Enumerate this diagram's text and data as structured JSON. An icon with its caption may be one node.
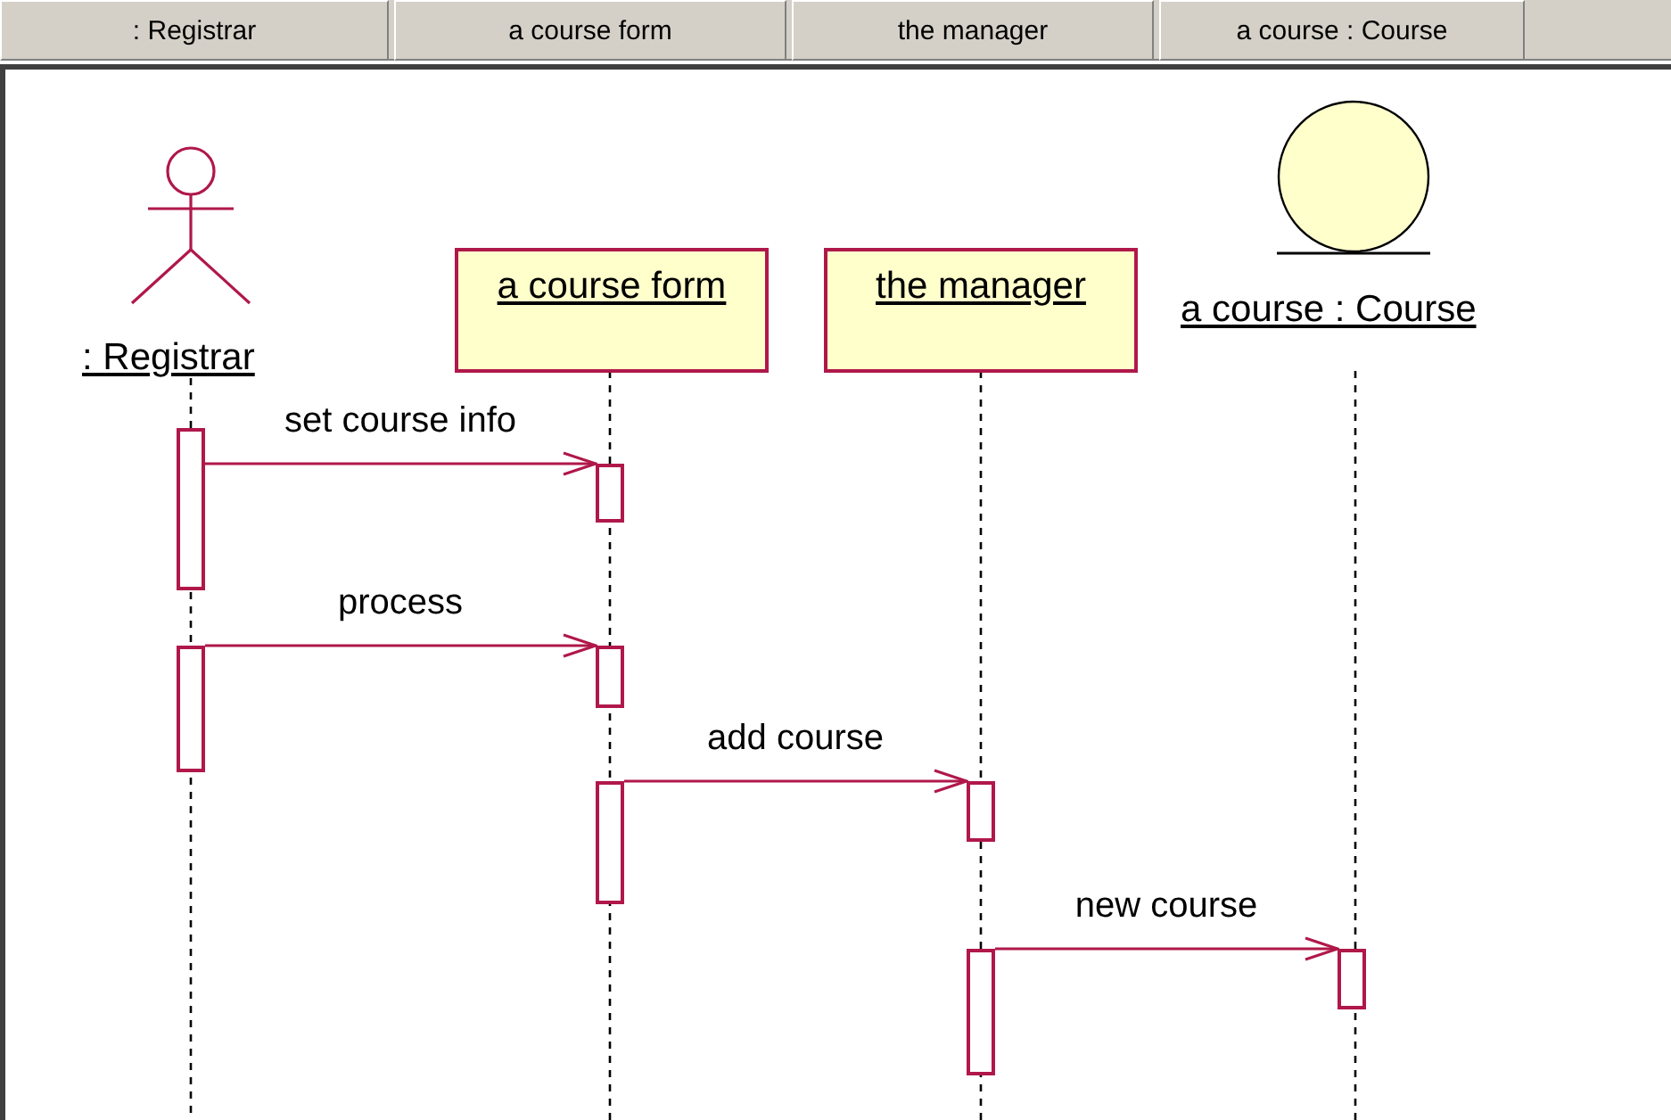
{
  "diagram": {
    "nodes": [
      {
        "text": [
          ": Registrar"
        ]
      },
      {
        "text": [
          "a course form"
        ]
      },
      {
        "text": [
          "the manager"
        ]
      },
      {
        "text": [
          "a course : Course"
        ]
      },
      {
        "text": [],
        "shape": "bar"
      },
      {
        "text": [],
        "shape": "bar"
      },
      {
        "text": [],
        "shape": "bar"
      },
      {
        "text": [],
        "shape": "bar"
      },
      {
        "text": [],
        "shape": "bar"
      },
      {
        "text": [],
        "shape": "bar"
      },
      {
        "text": [],
        "shape": "bar"
      },
      {
        "text": [],
        "shape": "bar"
      }
    ],
    "edges": [
      {
        "from": 4,
        "to": 5,
        "arrow": "to",
        "label": "set course info"
      },
      {
        "from": 6,
        "to": 7,
        "arrow": "to",
        "label": "process"
      },
      {
        "from": 8,
        "to": 9,
        "arrow": "to",
        "label": "add course"
      },
      {
        "from": 10,
        "to": 11,
        "arrow": "to",
        "label": "new course"
      }
    ],
    "labels": [
      ": Registrar",
      "a course form",
      "the manager",
      "a course : Course"
    ]
  }
}
